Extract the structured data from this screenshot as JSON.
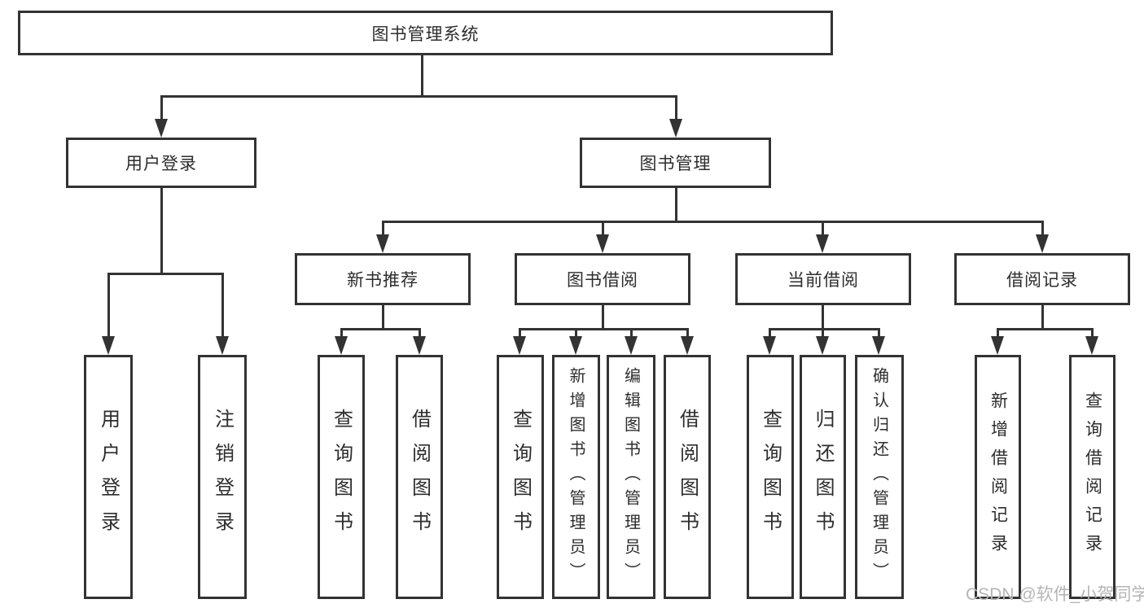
{
  "diagram": {
    "type": "hierarchy-functional-structure",
    "nodes": {
      "root": "图书管理系统",
      "user_login": "用户登录",
      "book_mgmt": "图书管理",
      "new_book_rec": "新书推荐",
      "book_borrow": "图书借阅",
      "current_borrow": "当前借阅",
      "borrow_record": "借阅记录",
      "leaf_user_login": "用户登录",
      "leaf_logout": "注销登录",
      "leaf_query_book_1": "查询图书",
      "leaf_borrow_book_1": "借阅图书",
      "leaf_query_book_2": "查询图书",
      "leaf_add_book": "新增图书（管理员）",
      "leaf_edit_book": "编辑图书（管理员）",
      "leaf_borrow_book_2": "借阅图书",
      "leaf_query_book_3": "查询图书",
      "leaf_return_book": "归还图书",
      "leaf_confirm_return": "确认归还（管理员）",
      "leaf_add_record": "新增借阅记录",
      "leaf_query_record": "查询借阅记录"
    },
    "edges": [
      [
        "图书管理系统",
        "用户登录"
      ],
      [
        "图书管理系统",
        "图书管理"
      ],
      [
        "用户登录",
        "用户登录(叶)"
      ],
      [
        "用户登录",
        "注销登录"
      ],
      [
        "图书管理",
        "新书推荐"
      ],
      [
        "图书管理",
        "图书借阅"
      ],
      [
        "图书管理",
        "当前借阅"
      ],
      [
        "图书管理",
        "借阅记录"
      ],
      [
        "新书推荐",
        "查询图书"
      ],
      [
        "新书推荐",
        "借阅图书"
      ],
      [
        "图书借阅",
        "查询图书"
      ],
      [
        "图书借阅",
        "新增图书（管理员）"
      ],
      [
        "图书借阅",
        "编辑图书（管理员）"
      ],
      [
        "图书借阅",
        "借阅图书"
      ],
      [
        "当前借阅",
        "查询图书"
      ],
      [
        "当前借阅",
        "归还图书"
      ],
      [
        "当前借阅",
        "确认归还（管理员）"
      ],
      [
        "借阅记录",
        "新增借阅记录"
      ],
      [
        "借阅记录",
        "查询借阅记录"
      ]
    ],
    "colors": {
      "line": "#333333",
      "text": "#2d2d2d",
      "background": "#ffffff",
      "watermark": "#b5b5b5"
    }
  },
  "watermark": "CSDN @软件_小贺同学"
}
